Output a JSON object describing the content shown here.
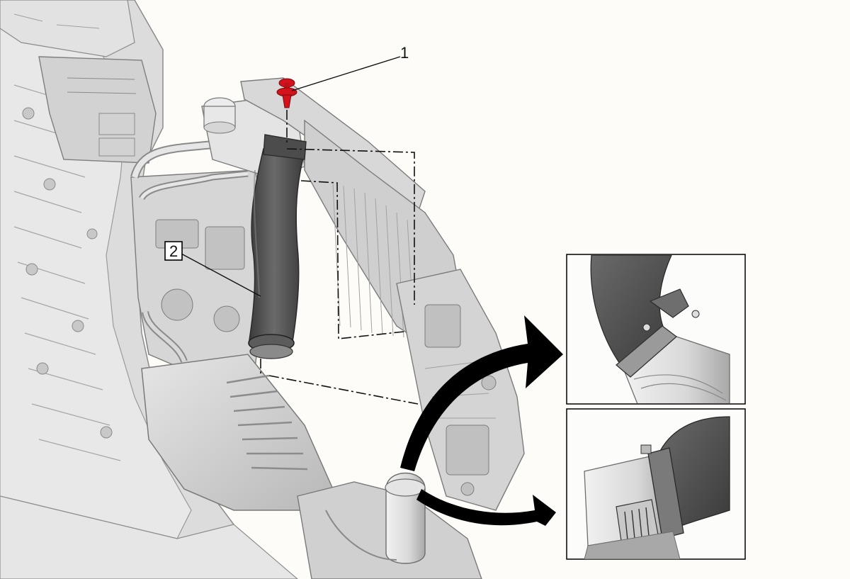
{
  "callouts": [
    {
      "id": "1",
      "label": "1",
      "boxed": false
    },
    {
      "id": "2",
      "label": "2",
      "boxed": true
    }
  ],
  "colors": {
    "background": "#fdfcf9",
    "engine_light": "#e3e3e3",
    "engine_mid": "#c6c6c6",
    "engine_shadow": "#9a9a9a",
    "hose": "#5a5a5a",
    "hose_dark": "#3c3c3c",
    "fastener_red": "#d3121b",
    "arrow": "#000000",
    "detail_frame": "#000000"
  },
  "icons": {
    "fastener": "push-pin-retainer-icon",
    "direction_arrows": "curved-arrow-icon"
  }
}
